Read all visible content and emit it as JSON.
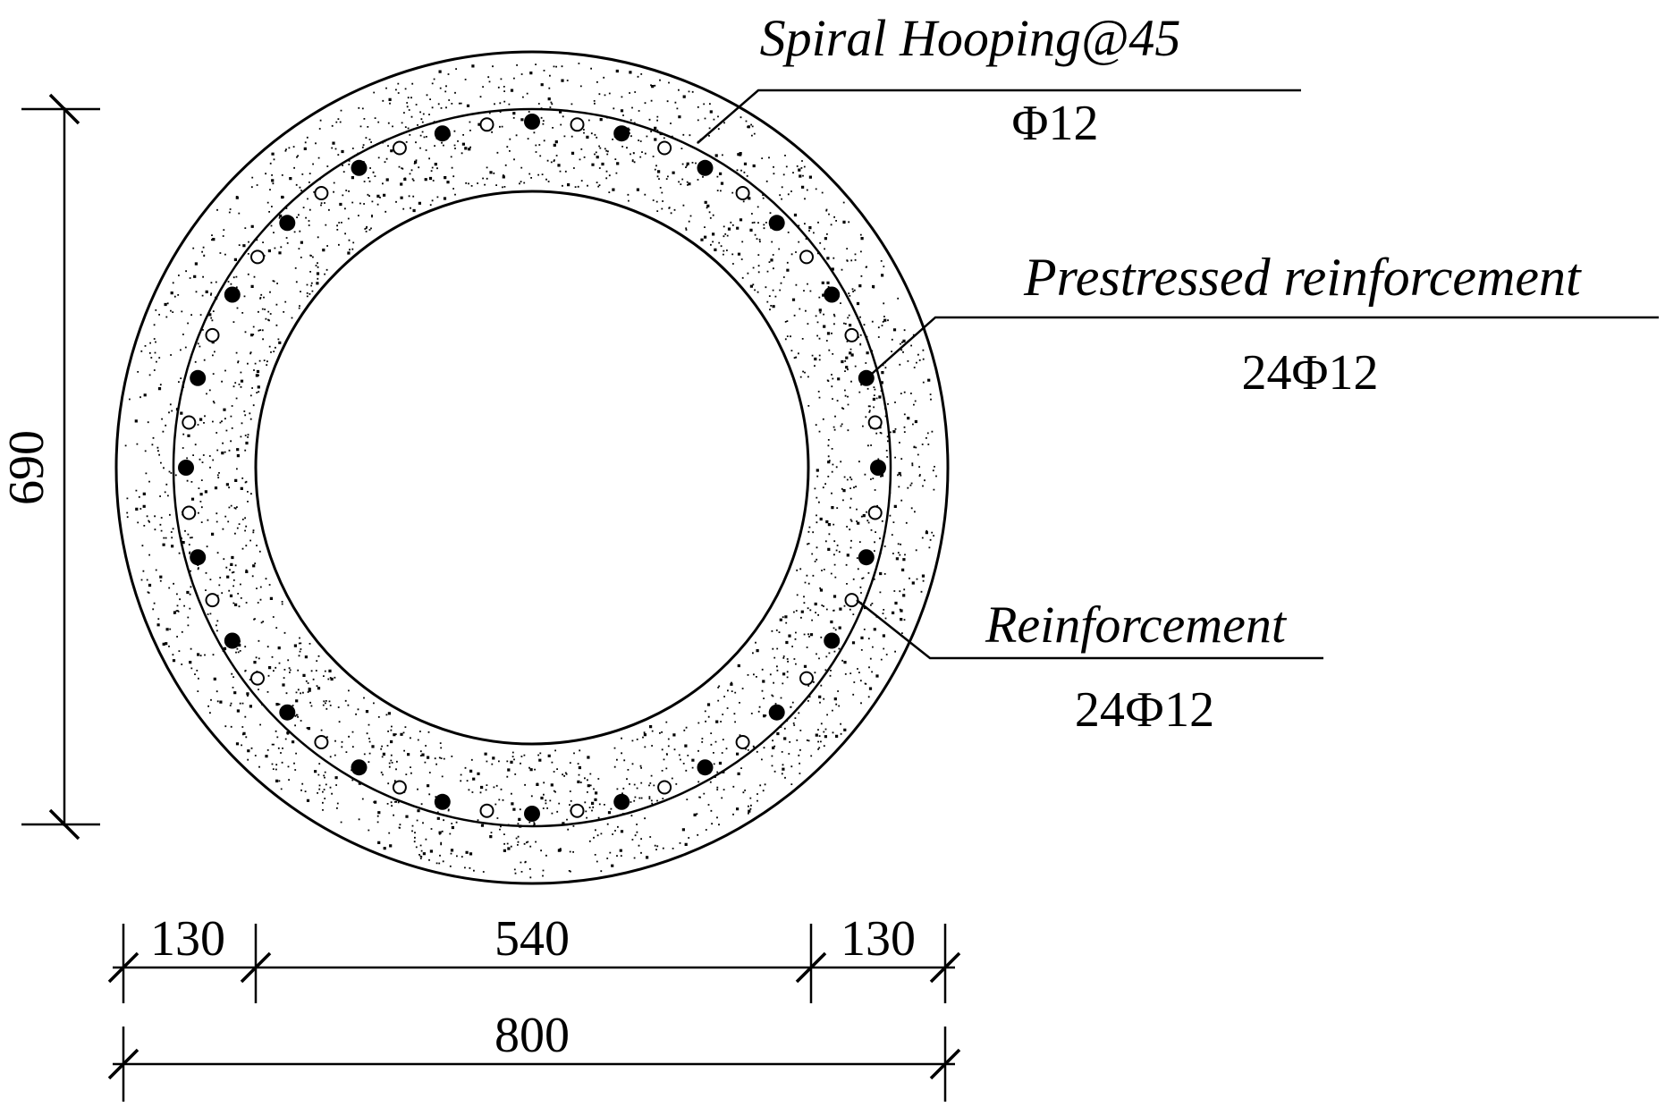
{
  "annotations": {
    "spiral": {
      "label": "Spiral Hooping@45",
      "spec": "Φ12"
    },
    "prestressed": {
      "label": "Prestressed reinforcement",
      "spec": "24Φ12"
    },
    "reinforcement": {
      "label": "Reinforcement",
      "spec": "24Ф12"
    }
  },
  "dimensions": {
    "height": "690",
    "wall_left": "130",
    "inner_diameter": "540",
    "wall_right": "130",
    "outer_diameter": "800"
  },
  "bars": {
    "prestressed_count": 24,
    "reinforcement_count": 24
  },
  "colors": {
    "ink": "#000000",
    "background": "#ffffff"
  }
}
